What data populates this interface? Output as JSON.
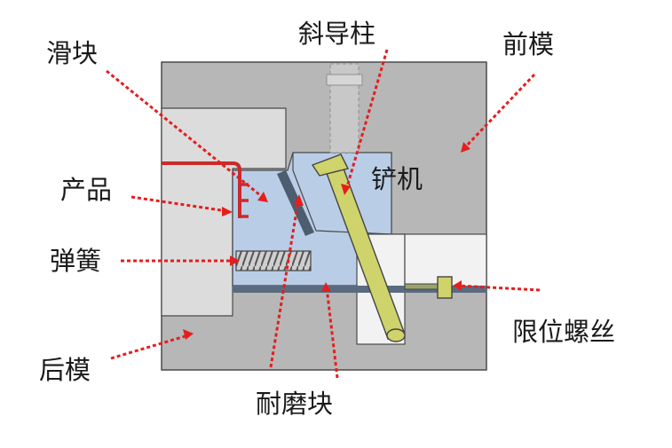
{
  "labels": {
    "slider": "滑块",
    "angle_pin": "斜导柱",
    "front_mold": "前模",
    "product": "产品",
    "lock_block": "铲机",
    "spring": "弹簧",
    "stop_screw": "限位螺丝",
    "rear_mold": "后模",
    "wear_block": "耐磨块"
  },
  "colors": {
    "mold_gray": "#b7b7b7",
    "cavity_light": "#dcdcdc",
    "slider_blue": "#b9cde6",
    "pin_yellow": "#cfd36b",
    "product_red": "#cc2a2a",
    "arrow_red": "#e51e1e",
    "outline": "#4a4a4a",
    "wear_plate": "#5a6b80"
  }
}
